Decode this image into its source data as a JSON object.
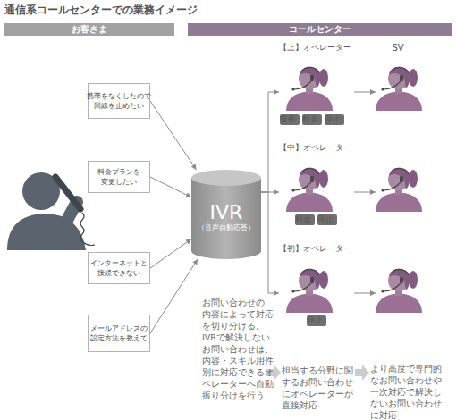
{
  "diagram": {
    "title": "通信系コールセンターでの業務イメージ",
    "nodes": [
      {
        "text": [
          "お客さま"
        ]
      },
      {
        "text": [
          "コールセンター"
        ]
      },
      {
        "text": [
          "携帯をなくしたので 回線を止めたい"
        ]
      },
      {
        "text": [
          "料金プランを 変更したい"
        ]
      },
      {
        "text": [
          "インターネットと 接続できない"
        ]
      },
      {
        "text": [
          "メールアドレスの 設定方法を教えて"
        ]
      },
      {
        "text": [
          "IVR",
          "（音声自動応答）"
        ]
      },
      {
        "text": [
          "【上】オペレーター"
        ]
      },
      {
        "text": [
          "技術"
        ],
        "in": 7
      },
      {
        "text": [
          "料金"
        ],
        "in": 7
      },
      {
        "text": [
          "停止"
        ],
        "in": 7
      },
      {
        "text": [
          "【中】オペレーター"
        ]
      },
      {
        "text": [
          "料金"
        ],
        "in": 11
      },
      {
        "text": [
          "停止"
        ],
        "in": 11
      },
      {
        "text": [
          "【初】オペレーター"
        ]
      },
      {
        "text": [
          "停止"
        ],
        "in": 14
      },
      {
        "text": [
          "SV"
        ]
      }
    ],
    "edges": [
      {
        "from": 2,
        "to": 6,
        "arrow": "to"
      },
      {
        "from": 3,
        "to": 6,
        "arrow": "to"
      },
      {
        "from": 4,
        "to": 6,
        "arrow": "to"
      },
      {
        "from": 5,
        "to": 6,
        "arrow": "to"
      },
      {
        "from": 6,
        "to": 7,
        "arrow": "to"
      },
      {
        "from": 6,
        "to": 11,
        "arrow": "to"
      },
      {
        "from": 6,
        "to": 14,
        "arrow": "to"
      },
      {
        "from": 7,
        "to": 16,
        "arrow": "to"
      }
    ],
    "labels": [
      "お問い合わせの 内容によって対応 を切り分ける。 IVRで解決しない お問い合わせは、 内容・スキル用件 別に対応できるオ ペレーターへ自動 振り分けを行う",
      "担当する分野に関 するお問い合わせ にオペレーターが 直接対応",
      "より高度で専門的 なお問い合わせや 一次対応で解決し ないお問い合わせ に対応"
    ]
  }
}
